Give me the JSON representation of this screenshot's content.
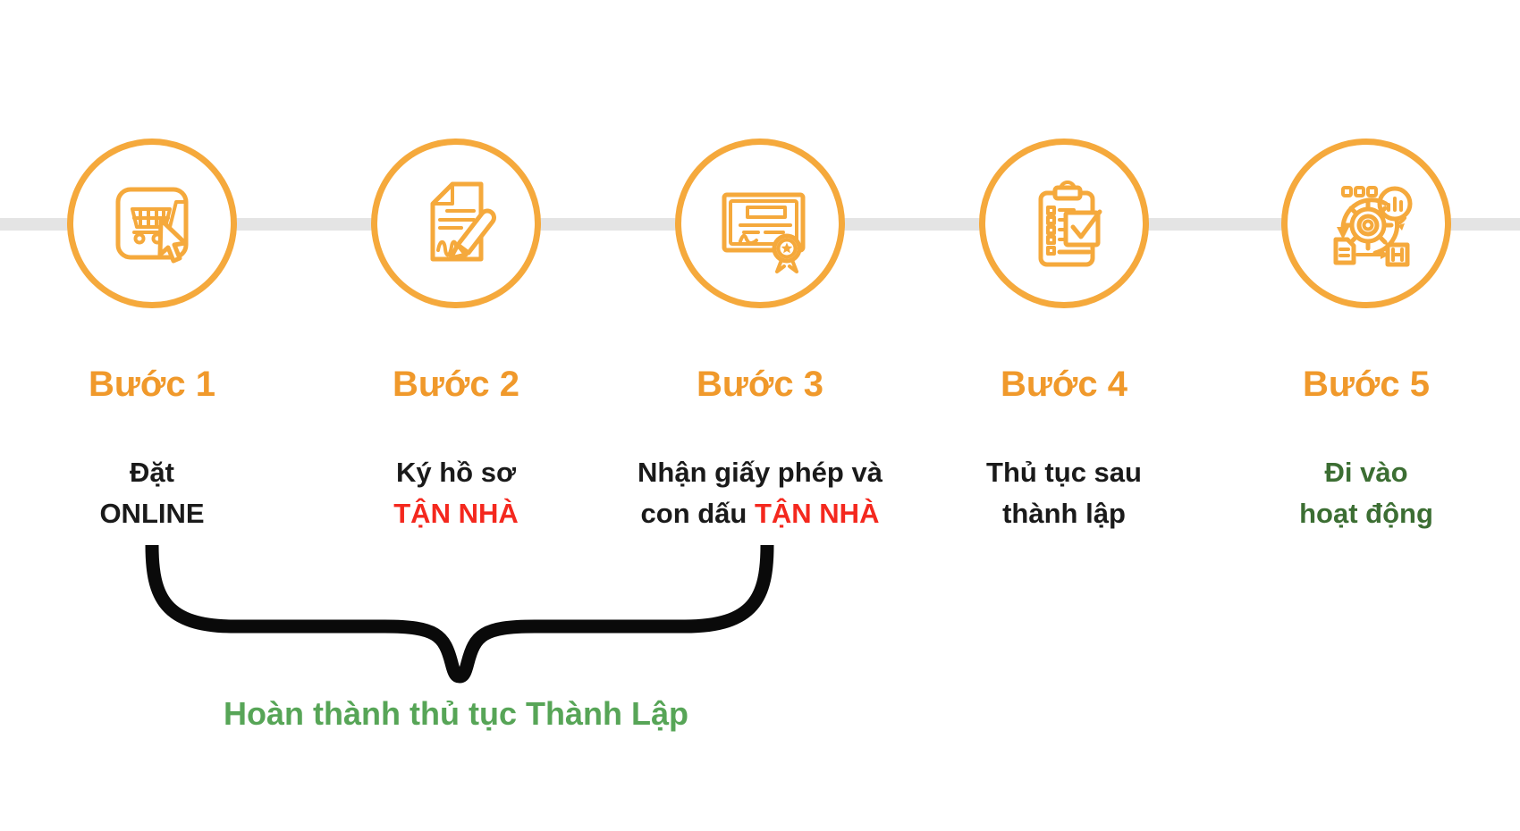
{
  "colors": {
    "accent_orange": "#F5A93C",
    "label_orange": "#F0992B",
    "red": "#F4281E",
    "caption_green": "#57A557",
    "dark_green": "#3C6E33",
    "text_black": "#1A1A1A",
    "line_gray": "#E4E4E4",
    "brace_black": "#0A0A0A"
  },
  "steps": [
    {
      "label": "Bước 1",
      "icon": "cart-cursor-icon",
      "desc_lines": [
        [
          {
            "t": "Đặt",
            "c": "black"
          }
        ],
        [
          {
            "t": "ONLINE",
            "c": "black"
          }
        ]
      ]
    },
    {
      "label": "Bước 2",
      "icon": "sign-document-icon",
      "desc_lines": [
        [
          {
            "t": "Ký hồ sơ",
            "c": "black"
          }
        ],
        [
          {
            "t": "TẬN NHÀ",
            "c": "red"
          }
        ]
      ]
    },
    {
      "label": "Bước 3",
      "icon": "certificate-icon",
      "desc_lines": [
        [
          {
            "t": "Nhận giấy phép và",
            "c": "black"
          }
        ],
        [
          {
            "t": "con dấu ",
            "c": "black"
          },
          {
            "t": "TẬN NHÀ",
            "c": "red"
          }
        ]
      ]
    },
    {
      "label": "Bước 4",
      "icon": "checklist-icon",
      "desc_lines": [
        [
          {
            "t": "Thủ tục sau",
            "c": "black"
          }
        ],
        [
          {
            "t": "thành lập",
            "c": "black"
          }
        ]
      ]
    },
    {
      "label": "Bước 5",
      "icon": "process-gear-icon",
      "desc_lines": [
        [
          {
            "t": "Đi vào",
            "c": "green"
          }
        ],
        [
          {
            "t": "hoạt động",
            "c": "green"
          }
        ]
      ]
    }
  ],
  "caption": "Hoàn thành thủ tục Thành Lập"
}
